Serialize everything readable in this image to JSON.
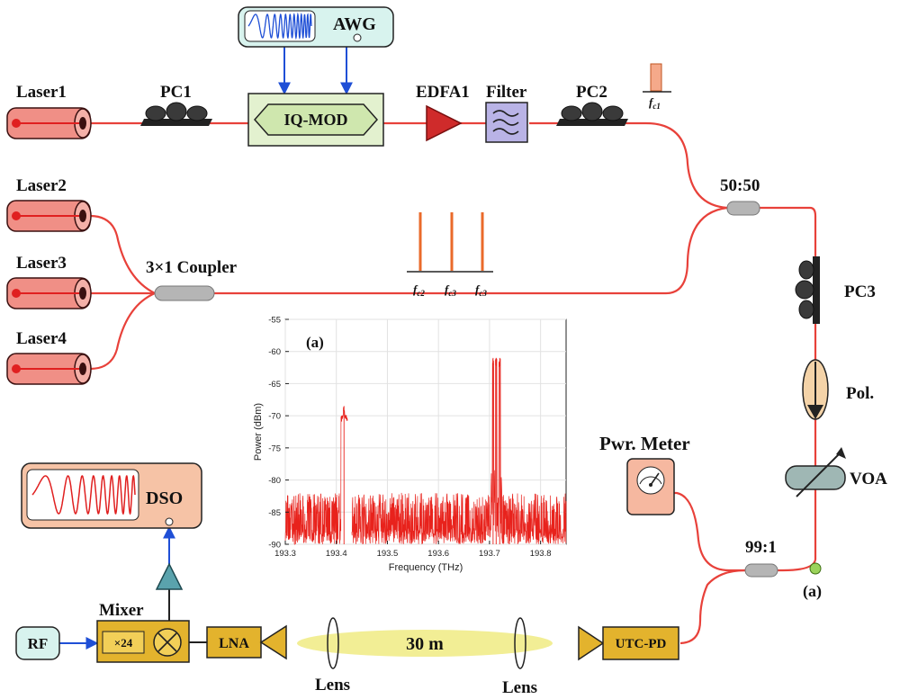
{
  "diagram": {
    "colors": {
      "fiber": "#e8413a",
      "electric": "#1f4fd6",
      "laser_body": "#f08f86",
      "device_gold": "#e3b32d",
      "iq_green": "#e3f1cf",
      "awg_teal": "#d8f3ee",
      "dso_salmon": "#f6c3a6",
      "coupler_gray": "#b5b5b5",
      "tone_orange": "#ea6a2a",
      "edfa_red": "#cf2b2b",
      "beam_yellow": "#f1ec8a",
      "tap_green": "#9bd35a"
    },
    "labels": {
      "laser1": "Laser1",
      "laser2": "Laser2",
      "laser3": "Laser3",
      "laser4": "Laser4",
      "pc1": "PC1",
      "pc2": "PC2",
      "pc3": "PC3",
      "awg": "AWG",
      "iq_mod": "IQ-MOD",
      "edfa1": "EDFA1",
      "filter": "Filter",
      "coupler_3x1": "3×1 Coupler",
      "split_50": "50:50",
      "pol": "Pol.",
      "voa": "VOA",
      "pwr_meter": "Pwr. Meter",
      "split_99": "99:1",
      "tap_point": "(a)",
      "dso": "DSO",
      "mixer": "Mixer",
      "x24": "×24",
      "rf": "RF",
      "lna": "LNA",
      "distance": "30 m",
      "lens_left": "Lens",
      "lens_right": "Lens",
      "utc_pd": "UTC-PD"
    },
    "tones": {
      "single": [
        {
          "base": "f",
          "sub": "c1"
        }
      ],
      "triple": [
        {
          "base": "f",
          "sub": "c2"
        },
        {
          "base": "f",
          "sub": "c3"
        },
        {
          "base": "f",
          "sub": "c3"
        }
      ]
    }
  },
  "chart_data": {
    "type": "line",
    "annotation": "(a)",
    "xlabel": "Frequency (THz)",
    "ylabel": "Power (dBm)",
    "xlim": [
      193.3,
      193.85
    ],
    "ylim": [
      -90,
      -55
    ],
    "xticks": [
      "193.3",
      "193.4",
      "193.5",
      "193.6",
      "193.7",
      "193.8"
    ],
    "yticks": [
      "-55",
      "-60",
      "-65",
      "-70",
      "-75",
      "-80",
      "-85",
      "-90"
    ],
    "grid": true,
    "series": [
      {
        "color": "#e8221c",
        "peaks": [
          {
            "x": 193.415,
            "y": -68.5
          },
          {
            "x": 193.707,
            "y": -61
          },
          {
            "x": 193.713,
            "y": -61
          },
          {
            "x": 193.72,
            "y": -61
          }
        ],
        "noise_floor": [
          -90,
          -82
        ],
        "gap": [
          193.422,
          193.43
        ]
      }
    ]
  }
}
